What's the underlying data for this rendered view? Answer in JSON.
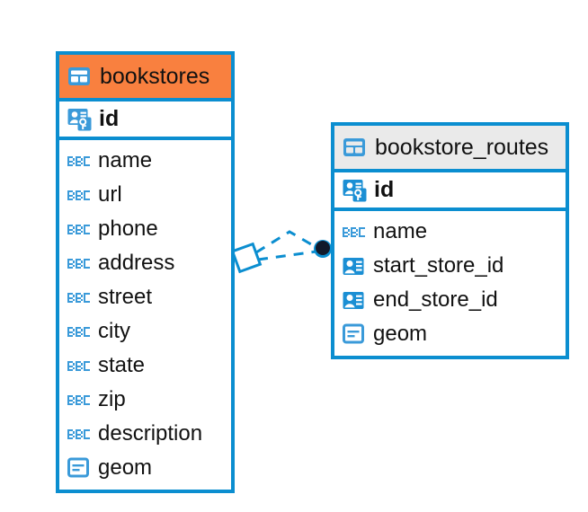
{
  "diagram": {
    "title": "bookstores-bookstore_routes-er-diagram",
    "background": "#ffffff",
    "accent_blue": "#0b8ed0",
    "header_orange": "#f9803f",
    "header_grey": "#eaeaea",
    "icon_blue": "#3a9ad9",
    "connector_node_color": "#111a2b"
  },
  "entities": [
    {
      "name": "bookstores",
      "header_style": "orange",
      "primary_key": {
        "label": "id",
        "icon": "primary-key-icon"
      },
      "fields": [
        {
          "label": "name",
          "icon": "abc-text-icon"
        },
        {
          "label": "url",
          "icon": "abc-text-icon"
        },
        {
          "label": "phone",
          "icon": "abc-text-icon"
        },
        {
          "label": "address",
          "icon": "abc-text-icon"
        },
        {
          "label": "street",
          "icon": "abc-text-icon"
        },
        {
          "label": "city",
          "icon": "abc-text-icon"
        },
        {
          "label": "state",
          "icon": "abc-text-icon"
        },
        {
          "label": "zip",
          "icon": "abc-text-icon"
        },
        {
          "label": "description",
          "icon": "abc-text-icon"
        },
        {
          "label": "geom",
          "icon": "geometry-icon"
        }
      ]
    },
    {
      "name": "bookstore_routes",
      "header_style": "grey",
      "primary_key": {
        "label": "id",
        "icon": "primary-key-icon"
      },
      "fields": [
        {
          "label": "name",
          "icon": "abc-text-icon"
        },
        {
          "label": "start_store_id",
          "icon": "foreign-key-icon"
        },
        {
          "label": "end_store_id",
          "icon": "foreign-key-icon"
        },
        {
          "label": "geom",
          "icon": "geometry-icon"
        }
      ]
    }
  ],
  "relationship": {
    "style": "dashed",
    "source_endpoint": "diamond",
    "target_endpoint": "filled-circle",
    "color": "#0b8ed0"
  }
}
